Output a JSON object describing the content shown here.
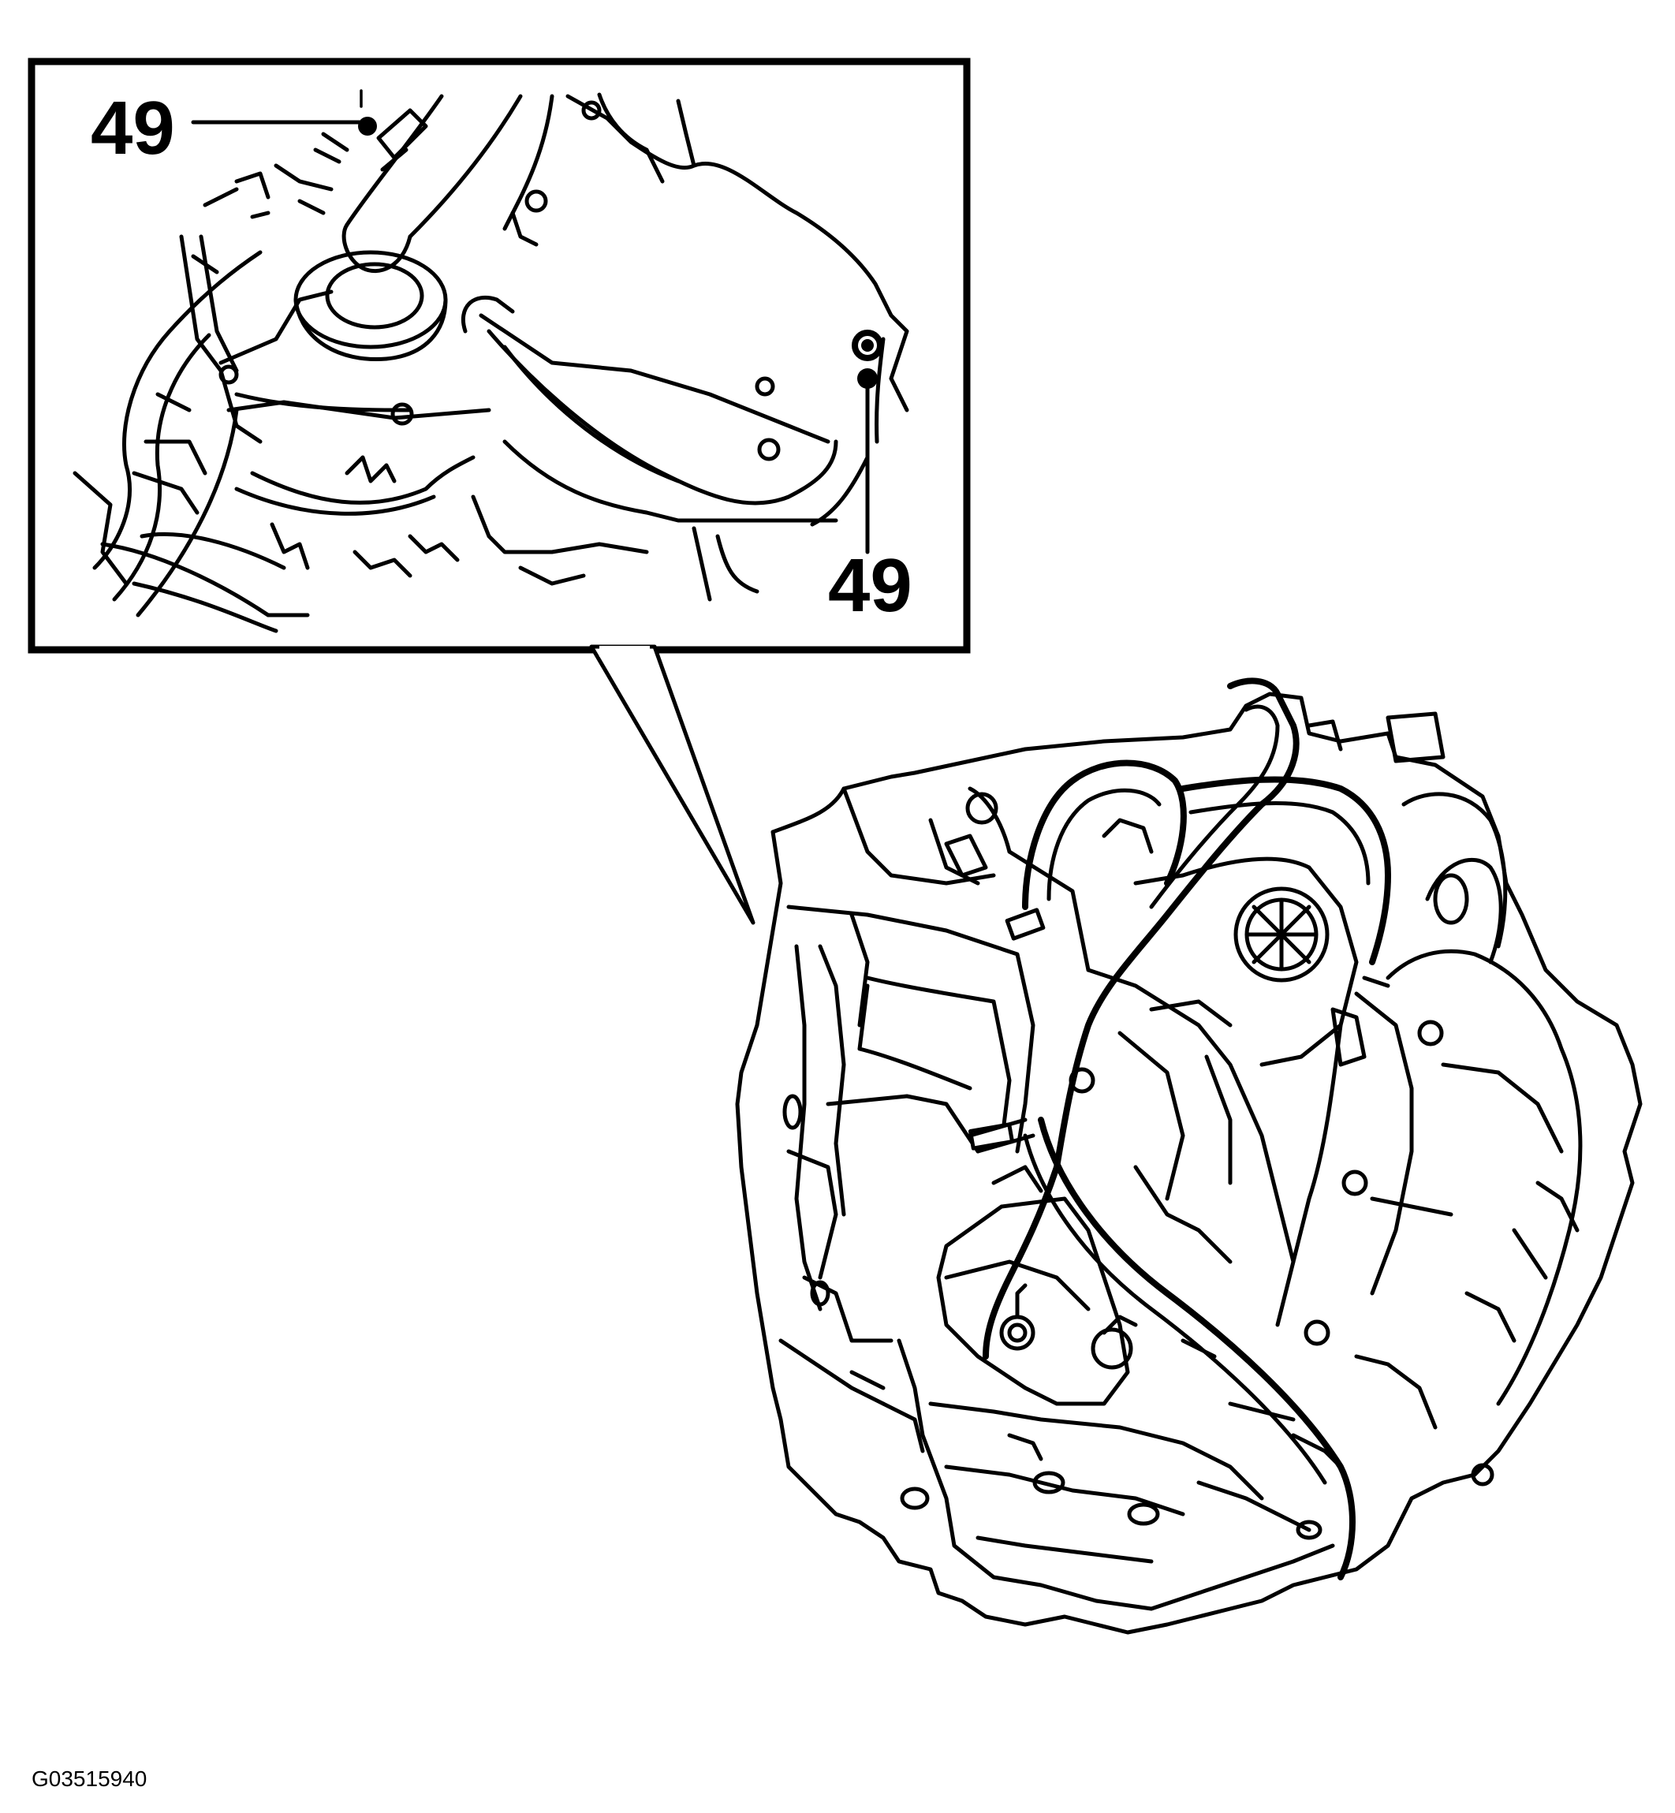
{
  "callouts": [
    {
      "label": "49"
    },
    {
      "label": "49"
    }
  ],
  "figure_id": "G03515940",
  "colors": {
    "line": "#000000",
    "background": "#ffffff"
  }
}
